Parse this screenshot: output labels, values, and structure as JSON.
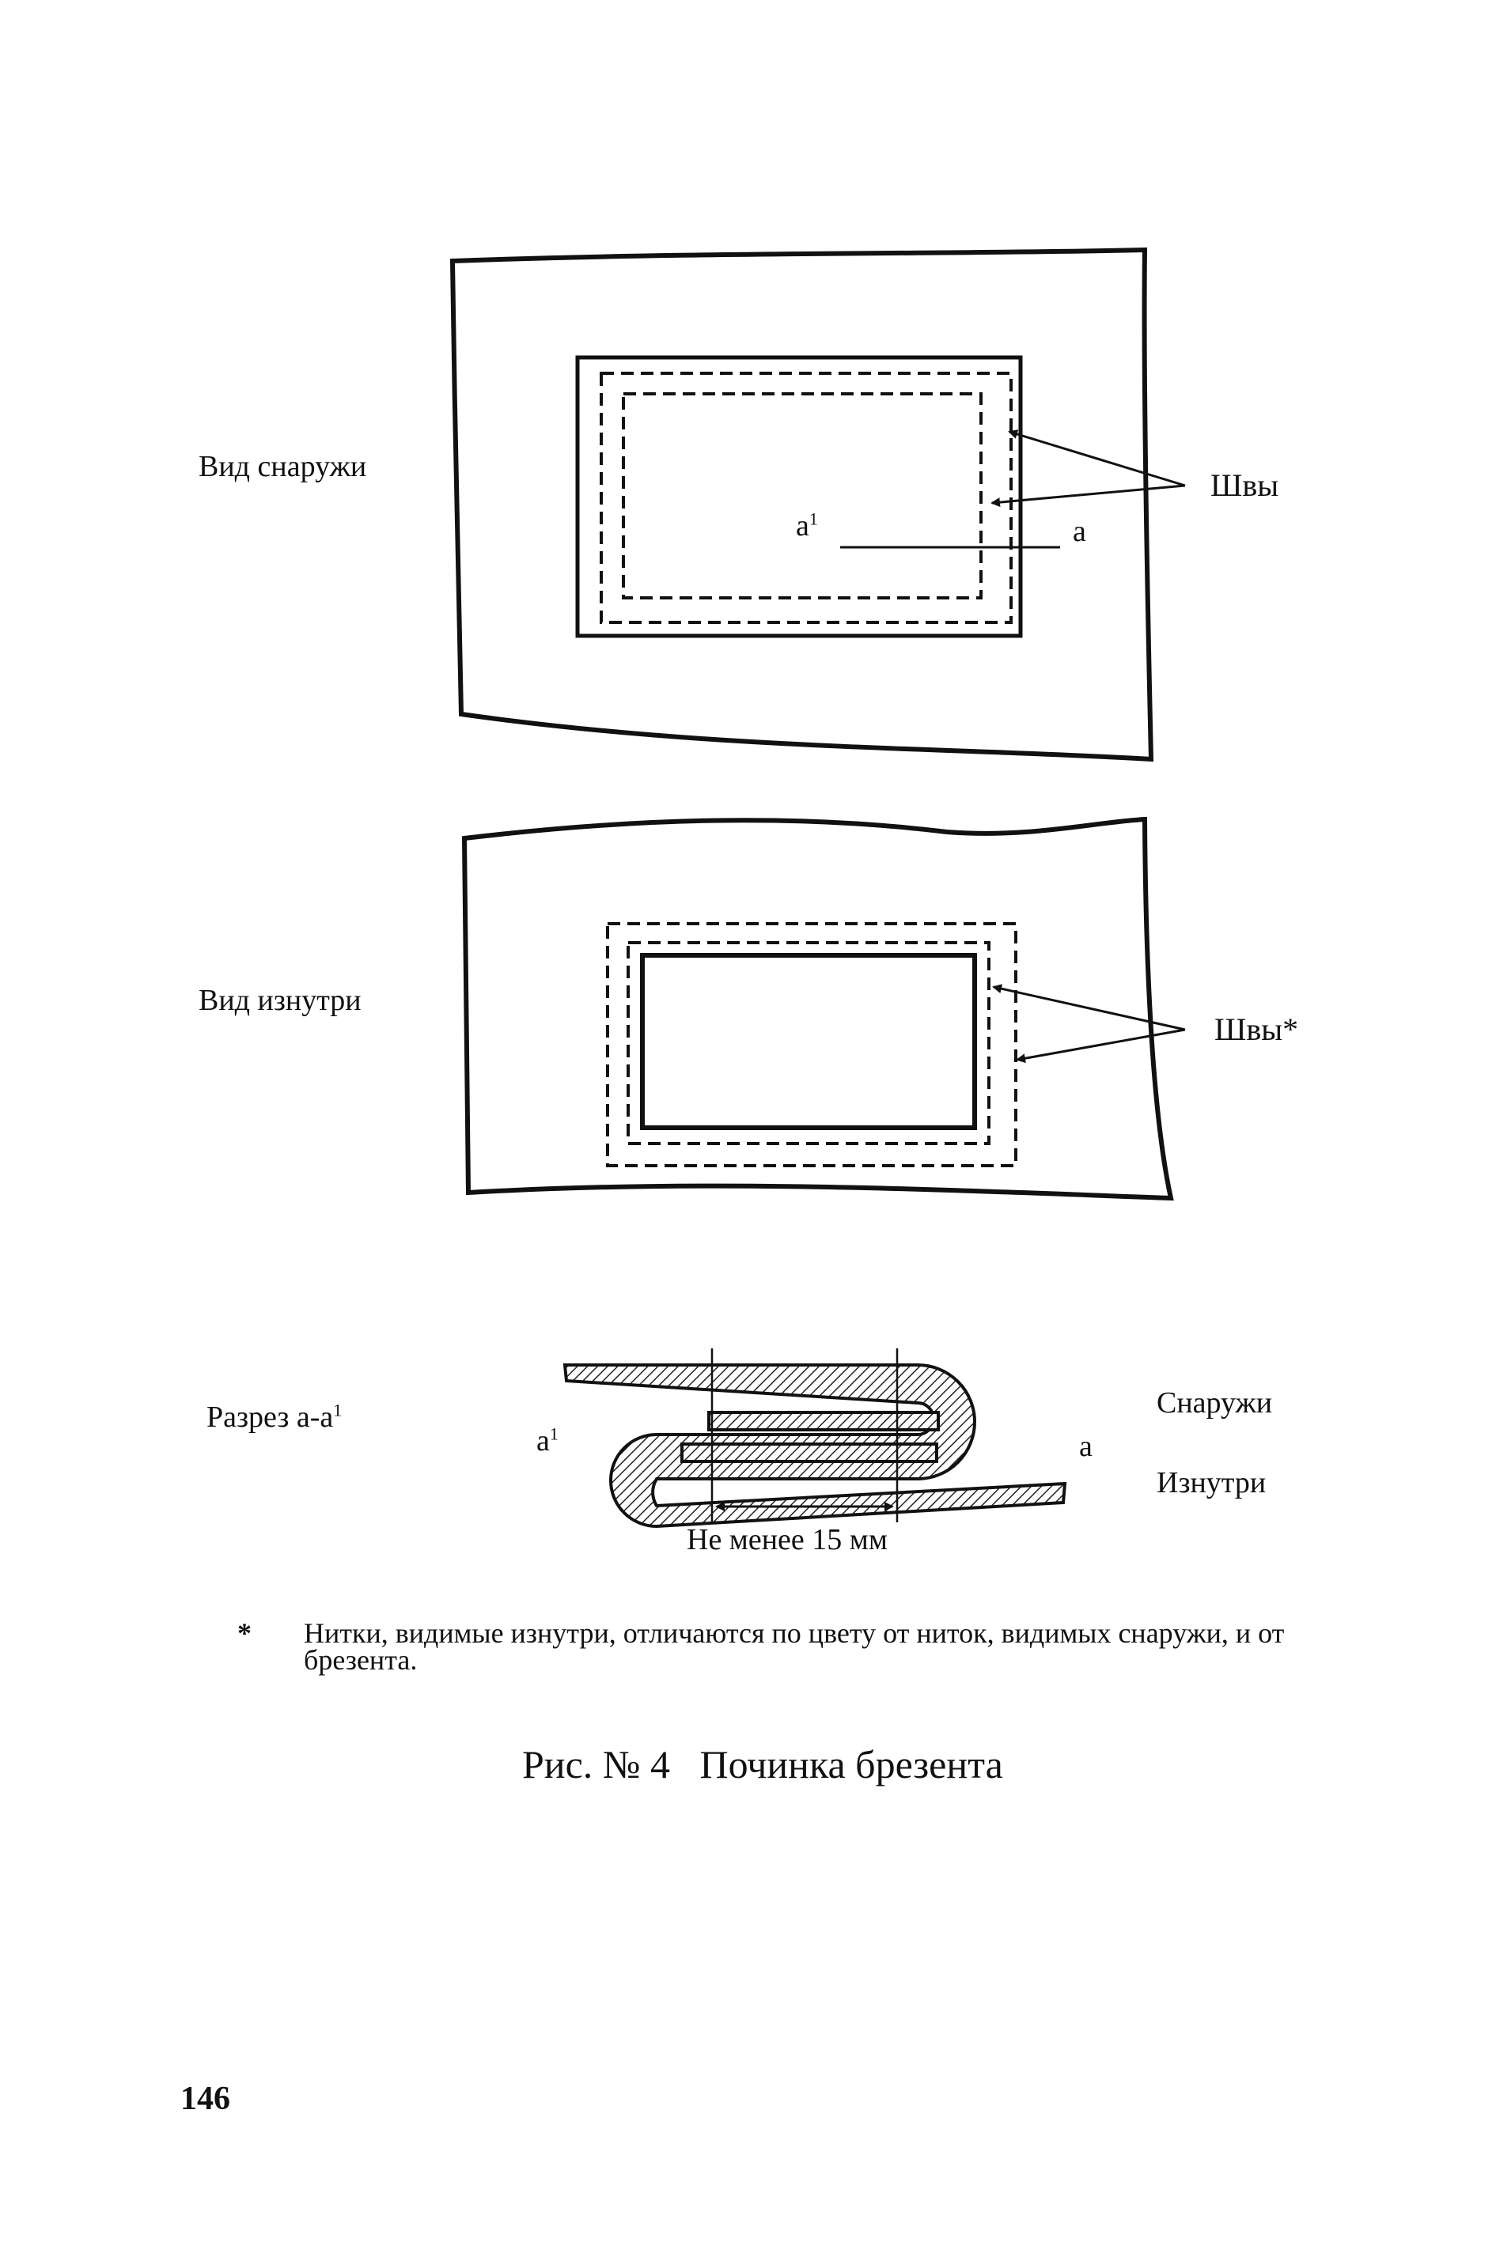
{
  "outside_view": {
    "label": "Вид снаружи",
    "callout": "Швы",
    "mark_a1": "a",
    "mark_a1_sup": "1",
    "mark_a": "a"
  },
  "inside_view": {
    "label": "Вид изнутри",
    "callout": "Швы*"
  },
  "section": {
    "label": "Разрез а-а",
    "label_sup": "1",
    "outside_label": "Снаружи",
    "inside_label": "Изнутри",
    "mark_a1": "a",
    "mark_a1_sup": "1",
    "mark_a": "a",
    "dimension": "Не менее 15 мм"
  },
  "footnote": {
    "symbol": "*",
    "text": "Нитки, видимые изнутри, отличаются по цвету от ниток, видимых снаружи, и от брезента."
  },
  "caption": "Рис. № 4   Починка брезента",
  "page_number": "146"
}
